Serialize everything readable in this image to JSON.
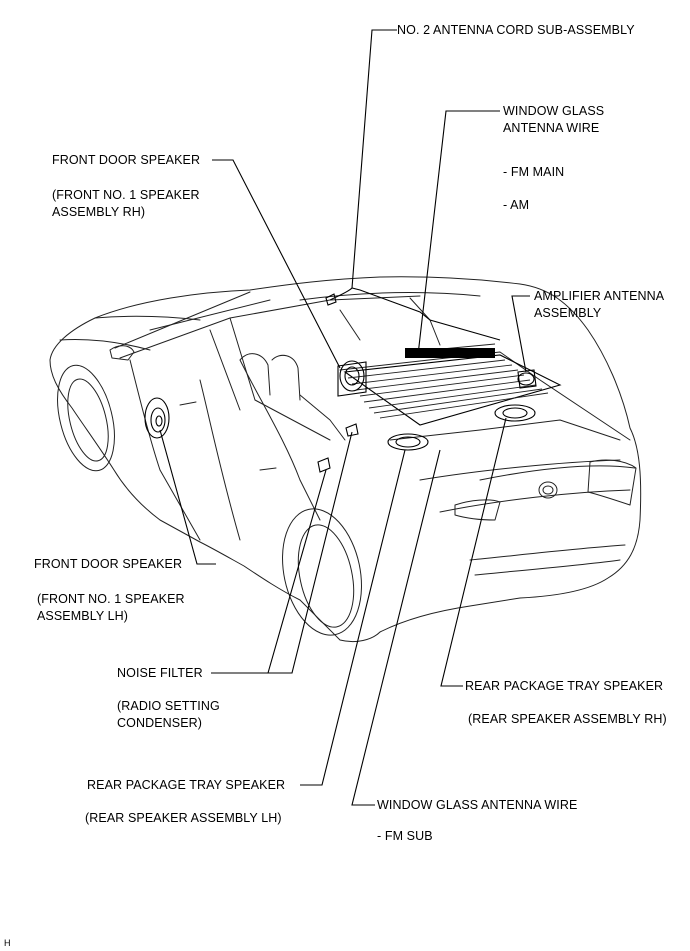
{
  "labels": {
    "antenna_cord": "NO. 2 ANTENNA CORD SUB-ASSEMBLY",
    "window_glass_top_1": "WINDOW GLASS",
    "window_glass_top_2": "ANTENNA WIRE",
    "fm_main": "- FM MAIN",
    "am": "- AM",
    "front_door_rh": "FRONT DOOR SPEAKER",
    "front_door_rh_sub_1": "(FRONT NO. 1 SPEAKER",
    "front_door_rh_sub_2": "ASSEMBLY RH)",
    "amplifier_1": "AMPLIFIER ANTENNA",
    "amplifier_2": "ASSEMBLY",
    "front_door_lh": "FRONT DOOR SPEAKER",
    "front_door_lh_sub_1": "(FRONT NO. 1 SPEAKER",
    "front_door_lh_sub_2": "ASSEMBLY LH)",
    "noise_filter": "NOISE FILTER",
    "noise_filter_sub_1": "(RADIO SETTING",
    "noise_filter_sub_2": "CONDENSER)",
    "rear_tray_rh": "REAR PACKAGE TRAY SPEAKER",
    "rear_tray_rh_sub": "(REAR SPEAKER ASSEMBLY RH)",
    "rear_tray_lh": "REAR PACKAGE TRAY SPEAKER",
    "rear_tray_lh_sub": "(REAR SPEAKER ASSEMBLY LH)",
    "window_glass_bottom": "WINDOW GLASS ANTENNA WIRE",
    "fm_sub": "- FM SUB",
    "corner_mark": "H"
  }
}
